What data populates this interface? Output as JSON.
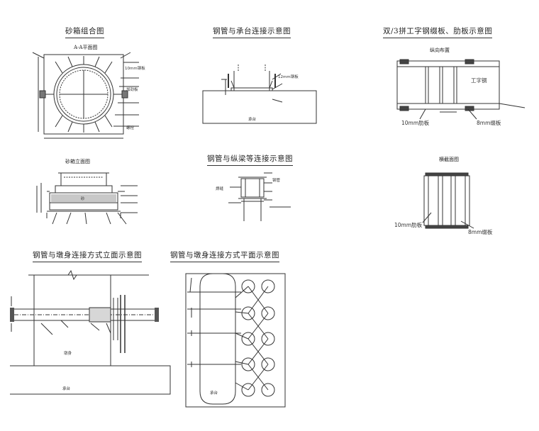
{
  "titles": {
    "sandbox": "砂箱组合图",
    "pile_cap": "钢管与承台连接示意图",
    "stiffener": "双/3拼工字钢缀板、肋板示意图",
    "stringer": "钢管与纵梁等连接示意图",
    "pier_elev": "钢管与墩身连接方式立面示意图",
    "pier_plan": "钢管与墩身连接方式平面示意图"
  },
  "subtitles": {
    "aa_plan": "A-A平面图",
    "sand_elev": "砂箱立面图",
    "side_layout": "纵向布置",
    "section": "横截面图"
  },
  "labels": {
    "i_beam": "工字钢",
    "rib_10": "10mm肋板",
    "batten_8": "8mm缀板",
    "rib_10b": "10mm肋板",
    "batten_8b": "8mm缀板",
    "cap": "承台",
    "pier": "墩身",
    "cap2": "承台",
    "cap3": "承台",
    "steel_plate": "10mm钢板",
    "stiff_plate": "加劲板",
    "sand": "砂",
    "bolt": "螺栓",
    "pipe": "钢管",
    "weld": "焊缝",
    "base_plate": "12mm钢板"
  }
}
